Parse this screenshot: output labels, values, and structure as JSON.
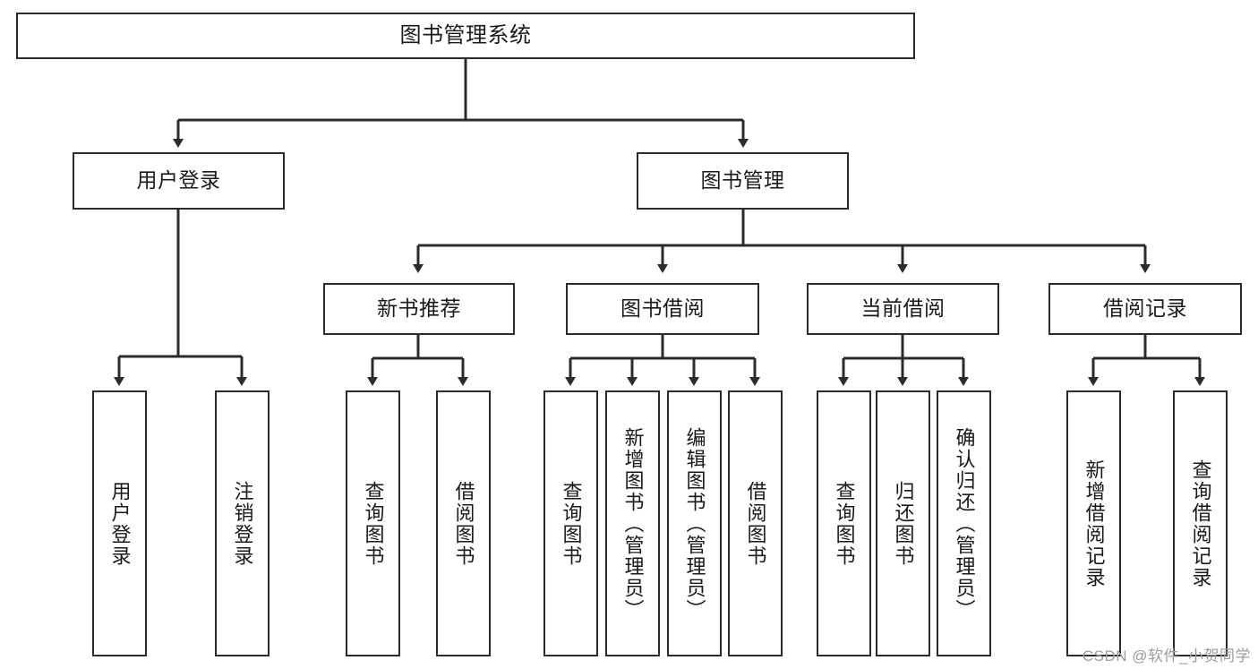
{
  "diagram": {
    "title": "图书管理系统",
    "type": "tree-hierarchy",
    "root": {
      "label": "图书管理系统"
    },
    "level2": [
      {
        "label": "用户登录"
      },
      {
        "label": "图书管理"
      }
    ],
    "level3": [
      {
        "label": "新书推荐"
      },
      {
        "label": "图书借阅"
      },
      {
        "label": "当前借阅"
      },
      {
        "label": "借阅记录"
      }
    ],
    "leaves": {
      "user_login": [
        {
          "label": "用户登录"
        },
        {
          "label": "注销登录"
        }
      ],
      "new_book_recommend": [
        {
          "label": "查询图书"
        },
        {
          "label": "借阅图书"
        }
      ],
      "book_borrow": [
        {
          "label": "查询图书"
        },
        {
          "label": "新增图书（管理员）"
        },
        {
          "label": "编辑图书（管理员）"
        },
        {
          "label": "借阅图书"
        }
      ],
      "current_borrow": [
        {
          "label": "查询图书"
        },
        {
          "label": "归还图书"
        },
        {
          "label": "确认归还（管理员）"
        }
      ],
      "borrow_record": [
        {
          "label": "新增借阅记录"
        },
        {
          "label": "查询借阅记录"
        }
      ]
    }
  },
  "watermark": {
    "text": "CSDN @软件_小贺同学"
  },
  "colors": {
    "box_border": "#2b2b2b",
    "box_fill": "#ffffff",
    "line": "#2b2b2b",
    "text": "#1a1a1a",
    "watermark": "#9c9c9c",
    "background": "#ffffff"
  }
}
